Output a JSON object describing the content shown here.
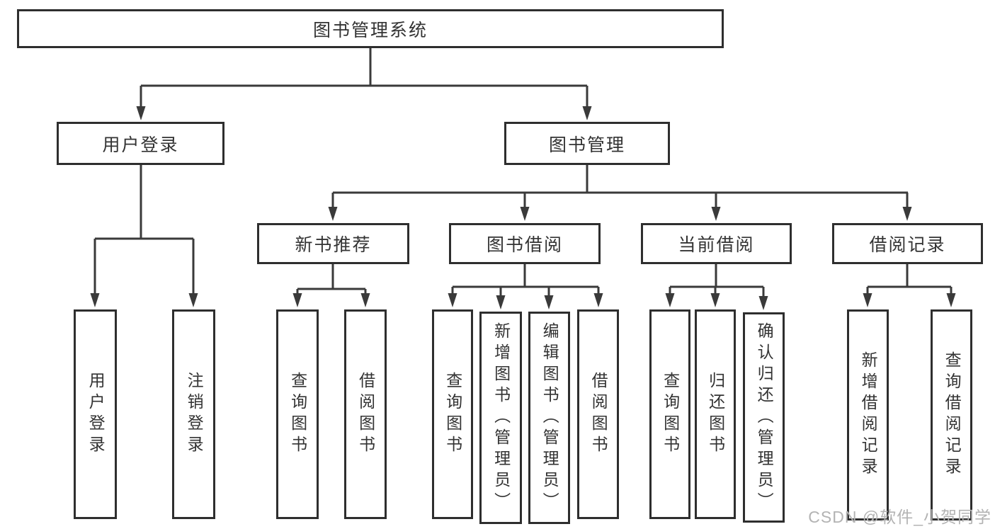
{
  "palette": {
    "line": "#3a3a3a",
    "border": "#2e2e2e",
    "text": "#333333",
    "watermark_color": "#b3b3b3"
  },
  "watermark": "CSDN @软件_小贺同学",
  "tree": {
    "root": "图书管理系统",
    "branches": [
      {
        "label": "用户登录",
        "children": [
          "用户登录",
          "注销登录"
        ]
      },
      {
        "label": "图书管理",
        "children": [
          {
            "label": "新书推荐",
            "children": [
              "查询图书",
              "借阅图书"
            ]
          },
          {
            "label": "图书借阅",
            "children": [
              "查询图书",
              "新增图书（管理员）",
              "编辑图书（管理员）",
              "借阅图书"
            ]
          },
          {
            "label": "当前借阅",
            "children": [
              "查询图书",
              "归还图书",
              "确认归还（管理员）"
            ]
          },
          {
            "label": "借阅记录",
            "children": [
              "新增借阅记录",
              "查询借阅记录"
            ]
          }
        ]
      }
    ]
  }
}
